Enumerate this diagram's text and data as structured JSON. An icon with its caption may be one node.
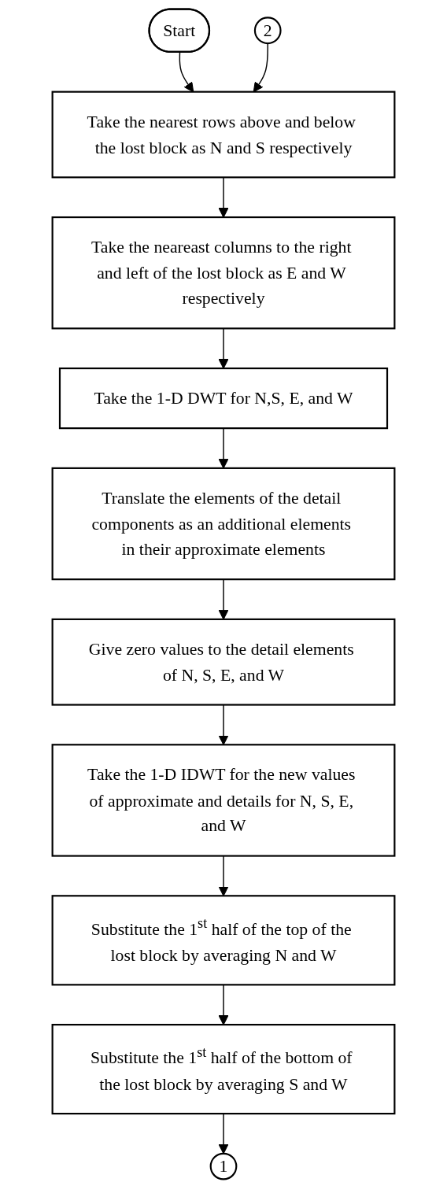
{
  "diagram": {
    "nodes": [
      {
        "text": [
          "Start"
        ]
      },
      {
        "text": [
          "2"
        ]
      },
      {
        "text": [
          "Take the nearest rows above and below the lost block as N and S respectively"
        ]
      },
      {
        "text": [
          "Take the neareast columns to the right and left of the lost block as E and W respectively"
        ]
      },
      {
        "text": [
          "Take the 1-D DWT for N,S, E, and W"
        ]
      },
      {
        "text": [
          "Translate the elements of the detail components as an additional elements in their approximate elements"
        ]
      },
      {
        "text": [
          "Give zero values to the detail elements of N, S, E, and W"
        ]
      },
      {
        "text": [
          "Take the 1-D IDWT for the new values of approximate and details for N, S, E, and W"
        ]
      },
      {
        "text": [
          "Substitute the 1$^{st}$ half of the top of the lost block by averaging N and W"
        ]
      },
      {
        "text": [
          "Substitute the 1$^{st}$ half of the bottom of the lost block by averaging S and W"
        ]
      },
      {
        "text": [
          "1"
        ]
      }
    ],
    "edges": [
      {
        "from": 0,
        "to": 2,
        "arrow": "to"
      },
      {
        "from": 1,
        "to": 2,
        "arrow": "to"
      },
      {
        "from": 2,
        "to": 3,
        "arrow": "to"
      },
      {
        "from": 3,
        "to": 4,
        "arrow": "to"
      },
      {
        "from": 4,
        "to": 5,
        "arrow": "to"
      },
      {
        "from": 5,
        "to": 6,
        "arrow": "to"
      },
      {
        "from": 6,
        "to": 7,
        "arrow": "to"
      },
      {
        "from": 7,
        "to": 8,
        "arrow": "to"
      },
      {
        "from": 8,
        "to": 9,
        "arrow": "to"
      },
      {
        "from": 9,
        "to": 10,
        "arrow": "to"
      }
    ]
  }
}
